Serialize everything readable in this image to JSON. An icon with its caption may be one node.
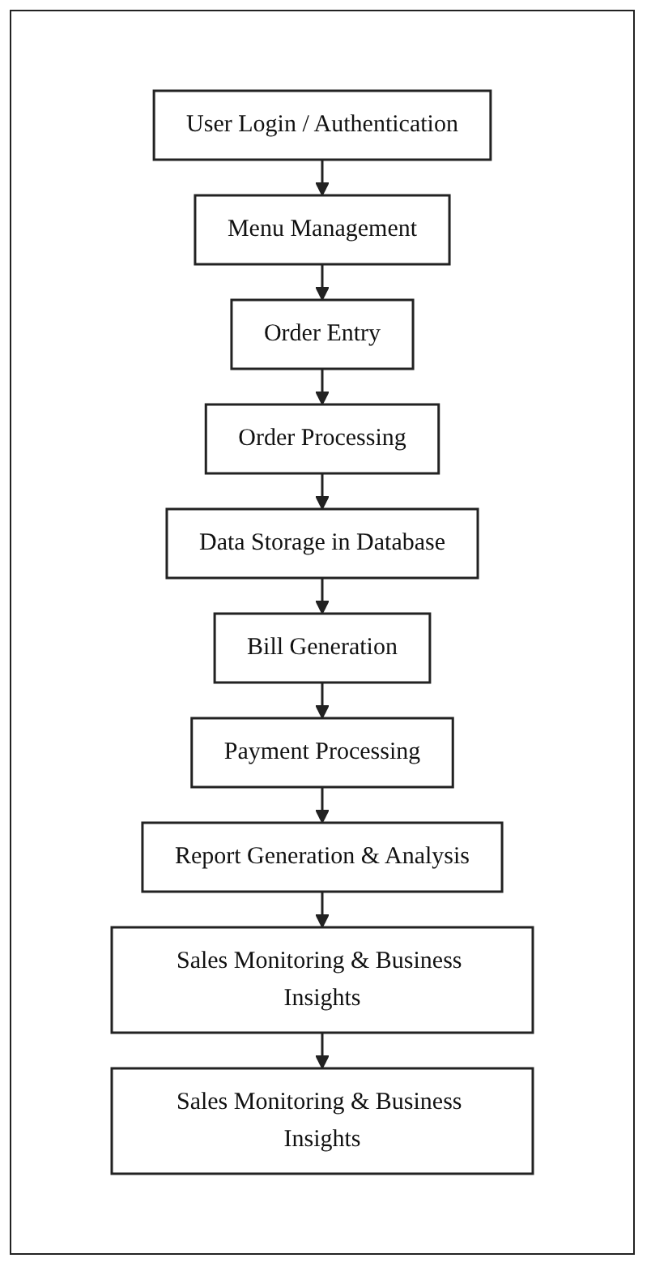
{
  "diagram": {
    "nodes": [
      {
        "text": [
          "User Login / Authentication"
        ]
      },
      {
        "text": [
          "Menu Management"
        ]
      },
      {
        "text": [
          "Order Entry"
        ]
      },
      {
        "text": [
          "Order Processing"
        ]
      },
      {
        "text": [
          "Data Storage in Database"
        ]
      },
      {
        "text": [
          "Bill Generation"
        ]
      },
      {
        "text": [
          "Payment Processing"
        ]
      },
      {
        "text": [
          "Report Generation & Analysis"
        ]
      },
      {
        "text": [
          "Sales Monitoring & Business Insights"
        ]
      },
      {
        "text": [
          "Sales Monitoring & Business Insights"
        ]
      }
    ],
    "edges": [
      {
        "from": 0,
        "to": 1,
        "arrow": "to"
      },
      {
        "from": 1,
        "to": 2,
        "arrow": "to"
      },
      {
        "from": 2,
        "to": 3,
        "arrow": "to"
      },
      {
        "from": 3,
        "to": 4,
        "arrow": "to"
      },
      {
        "from": 4,
        "to": 5,
        "arrow": "to"
      },
      {
        "from": 5,
        "to": 6,
        "arrow": "to"
      },
      {
        "from": 6,
        "to": 7,
        "arrow": "to"
      },
      {
        "from": 7,
        "to": 8,
        "arrow": "to"
      },
      {
        "from": 8,
        "to": 9,
        "arrow": "to"
      }
    ]
  }
}
